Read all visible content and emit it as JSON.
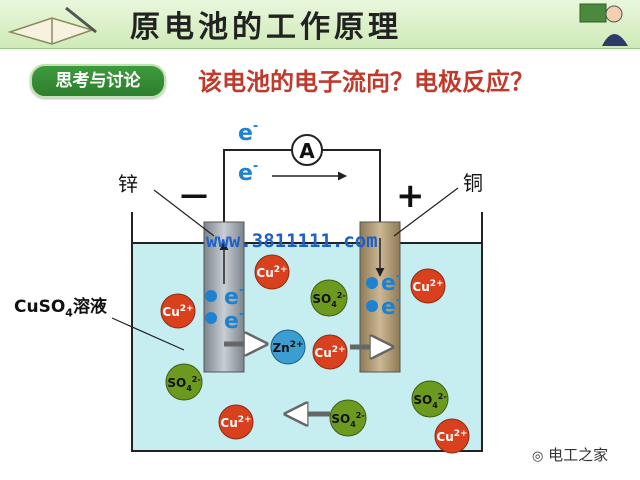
{
  "title": "原电池的工作原理",
  "tag": "思考与讨论",
  "question": "该电池的电子流向？电极反应？",
  "ammeter": "A",
  "electron": "e",
  "electron_charge": "-",
  "zinc": "锌",
  "copper": "铜",
  "minus_sign": "—",
  "plus_sign": "+",
  "electrolyte": {
    "base": "CuSO",
    "sub": "4",
    "suffix": "溶液"
  },
  "ions": {
    "cu": {
      "base": "Cu",
      "sup": "2+"
    },
    "so4": {
      "base": "SO",
      "sub": "4",
      "sup": "2-"
    },
    "zn": {
      "base": "Zn",
      "sup": "2+"
    }
  },
  "watermark": "www.3811111.com",
  "logo": "电工之家",
  "colors": {
    "solution": "#c6eef1",
    "cu_ion": "#d9401e",
    "so4_ion": "#6b9a1f",
    "zn_ion": "#3c9ed0",
    "electron_dot": "#1f82d0",
    "zinc_electrode": "#9aa3ab",
    "copper_electrode": "#b6a07a"
  }
}
